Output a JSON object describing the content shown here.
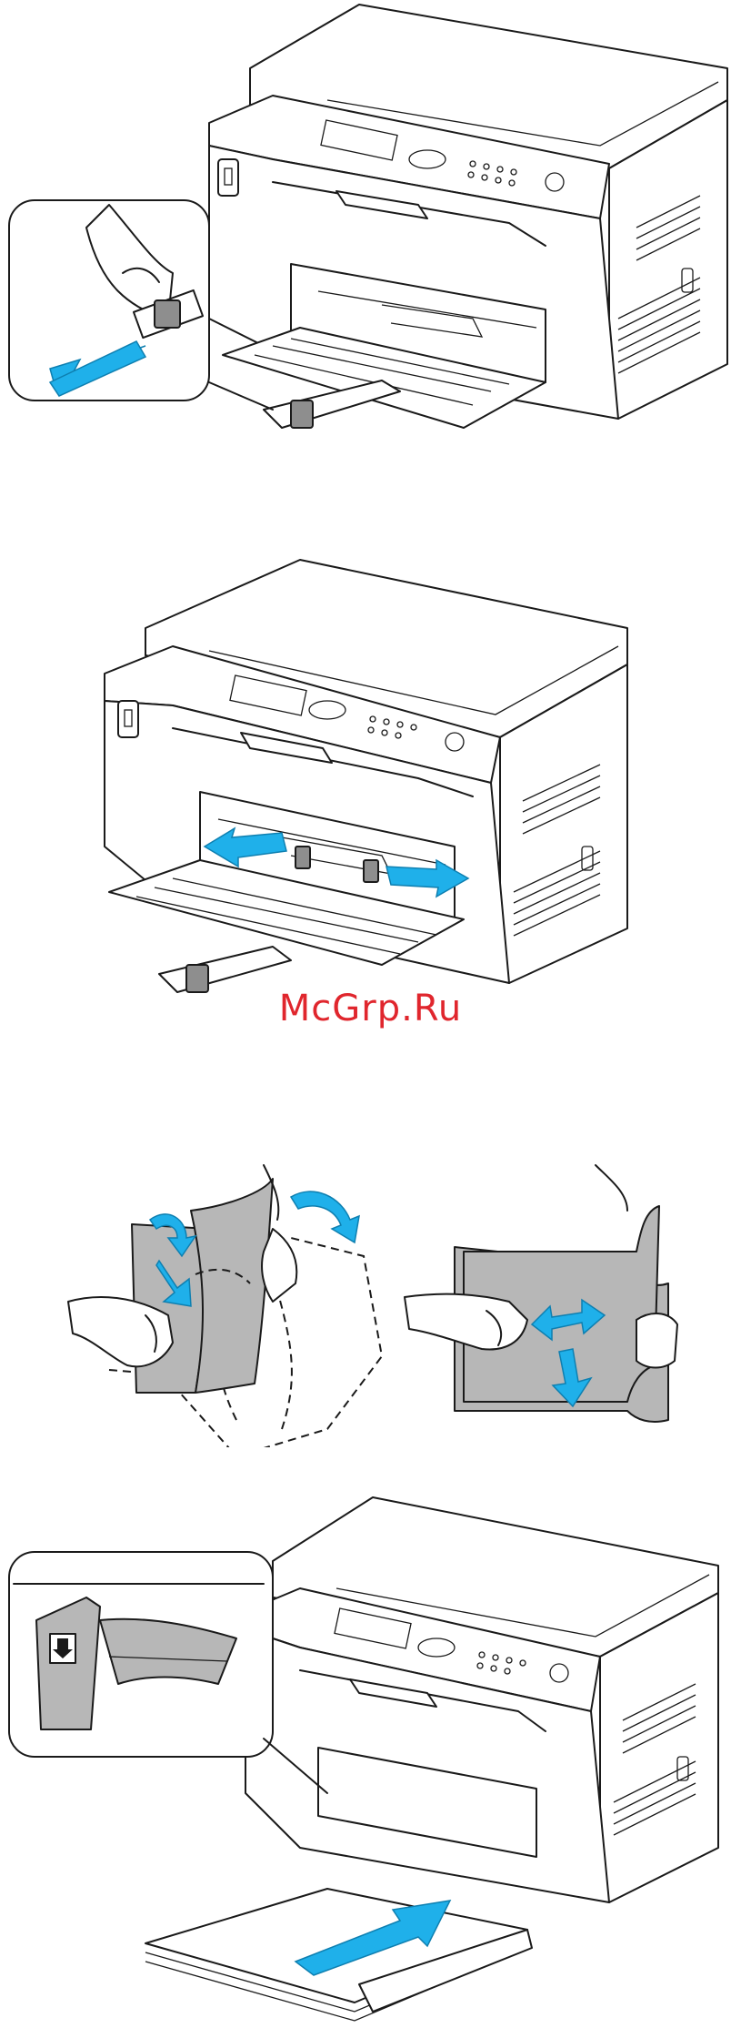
{
  "watermark": {
    "text": "McGrp.Ru",
    "color": "#e0262d"
  },
  "figures": [
    {
      "name": "pull-out-tray-extension",
      "icon": "printer-tray-illustration"
    },
    {
      "name": "adjust-paper-guides",
      "icon": "printer-guides-illustration"
    },
    {
      "name": "flex-paper-stack",
      "icon": "paper-fanning-illustration"
    },
    {
      "name": "load-paper-into-tray",
      "icon": "printer-load-paper-illustration"
    }
  ],
  "colors": {
    "arrow": "#1fb0ea",
    "paper": "#b7b7b7",
    "line": "#1a1a1a"
  }
}
